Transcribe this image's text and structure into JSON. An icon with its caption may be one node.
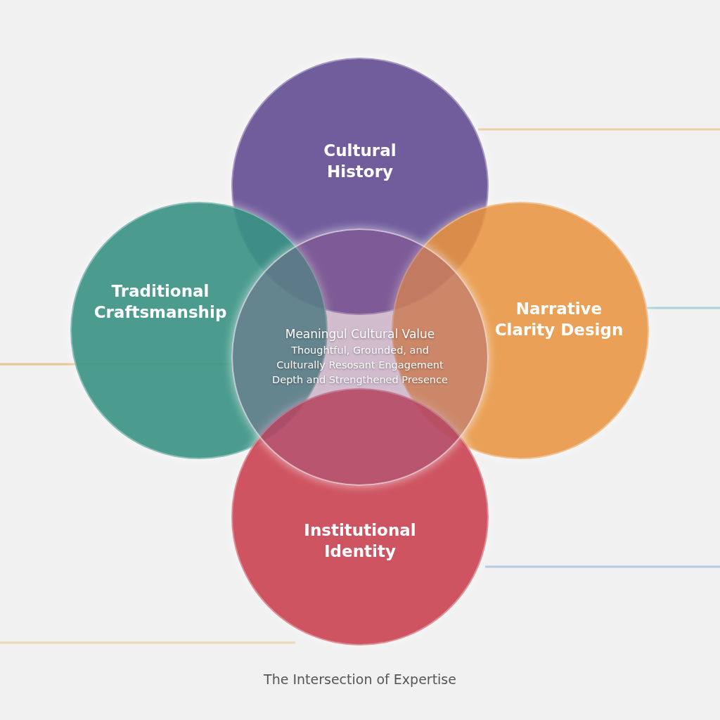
{
  "diagram": {
    "caption": "The Intersection of Expertise",
    "nodes": [
      {
        "text": [
          "Cultural History"
        ]
      },
      {
        "text": [
          "Traditional Craftsmanship"
        ]
      },
      {
        "text": [
          "Meaningul Cultural Value",
          "Thoughtful, Grounded, and Culturally Resosant Engagement",
          "Depth and Strengthened Presence"
        ]
      },
      {
        "text": [
          "Narrative Clarity Design"
        ]
      },
      {
        "text": [
          "Institutional Identity"
        ]
      }
    ]
  }
}
